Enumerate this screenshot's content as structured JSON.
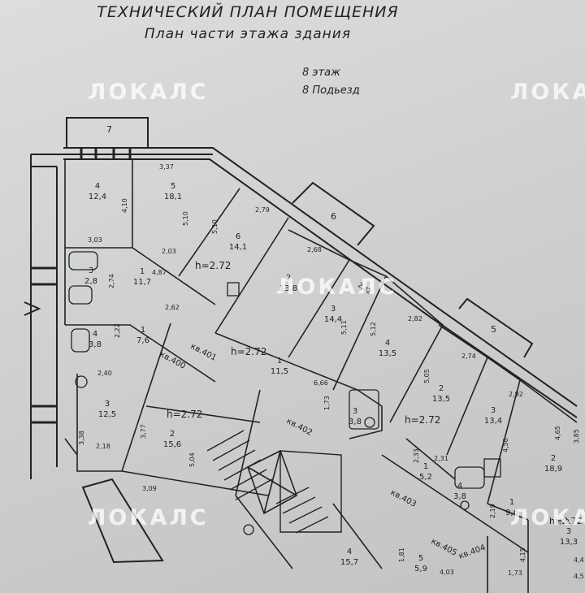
{
  "header": {
    "title": "ТЕХНИЧЕСКИЙ ПЛАН ПОМЕЩЕНИЯ",
    "subtitle": "План части этажа здания",
    "floor": "8 этаж",
    "entrance": "8 Подьезд"
  },
  "watermark": "ЛОКАЛС",
  "balconies": [
    "7",
    "6",
    "5"
  ],
  "heights": [
    "h=2.72",
    "h=2.72",
    "h=2.72",
    "h=2.72",
    "h=2.72"
  ],
  "apartments": [
    "кв.401",
    "кв.400",
    "кв.402",
    "кв.403",
    "кв.405",
    "кв.404"
  ],
  "rooms": [
    {
      "n": "4",
      "a": "12,4"
    },
    {
      "n": "5",
      "a": "18,1"
    },
    {
      "n": "6",
      "a": "14,1"
    },
    {
      "n": "3",
      "a": "2,8"
    },
    {
      "n": "1",
      "a": "11,7"
    },
    {
      "n": "2",
      "a": "13,8"
    },
    {
      "n": "3",
      "a": "14,4"
    },
    {
      "n": "4",
      "a": "13,5"
    },
    {
      "n": "1",
      "a": "11,5"
    },
    {
      "n": "4",
      "a": "3,8"
    },
    {
      "n": "1",
      "a": "7,6"
    },
    {
      "n": "3",
      "a": "12,5"
    },
    {
      "n": "2",
      "a": "15,6"
    },
    {
      "n": "3",
      "a": "3,8"
    },
    {
      "n": "2",
      "a": "13,5"
    },
    {
      "n": "3",
      "a": "13,4"
    },
    {
      "n": "2",
      "a": "18,9"
    },
    {
      "n": "1",
      "a": "5,2"
    },
    {
      "n": "4",
      "a": "3,8"
    },
    {
      "n": "1",
      "a": "9,6"
    },
    {
      "n": "3",
      "a": "13,3"
    },
    {
      "n": "4",
      "a": "15,7"
    },
    {
      "n": "5",
      "a": "5,9"
    }
  ],
  "dims": [
    "3,37",
    "4,10",
    "3,03",
    "5,10",
    "5,10",
    "2,79",
    "2,03",
    "4,87",
    "2,74",
    "2,62",
    "2,68",
    "2,82",
    "5,11",
    "5,12",
    "2,82",
    "6,66",
    "1,73",
    "2,22",
    "2,40",
    "3,77",
    "3,38",
    "2,18",
    "5,04",
    "3,09",
    "2,74",
    "5,05",
    "2,92",
    "4,50",
    "4,65",
    "3,85",
    "2,33",
    "2,31",
    "2,19",
    "2,72",
    "4,15",
    "1,73",
    "4,4",
    "1,81",
    "4,03",
    "4,5"
  ]
}
